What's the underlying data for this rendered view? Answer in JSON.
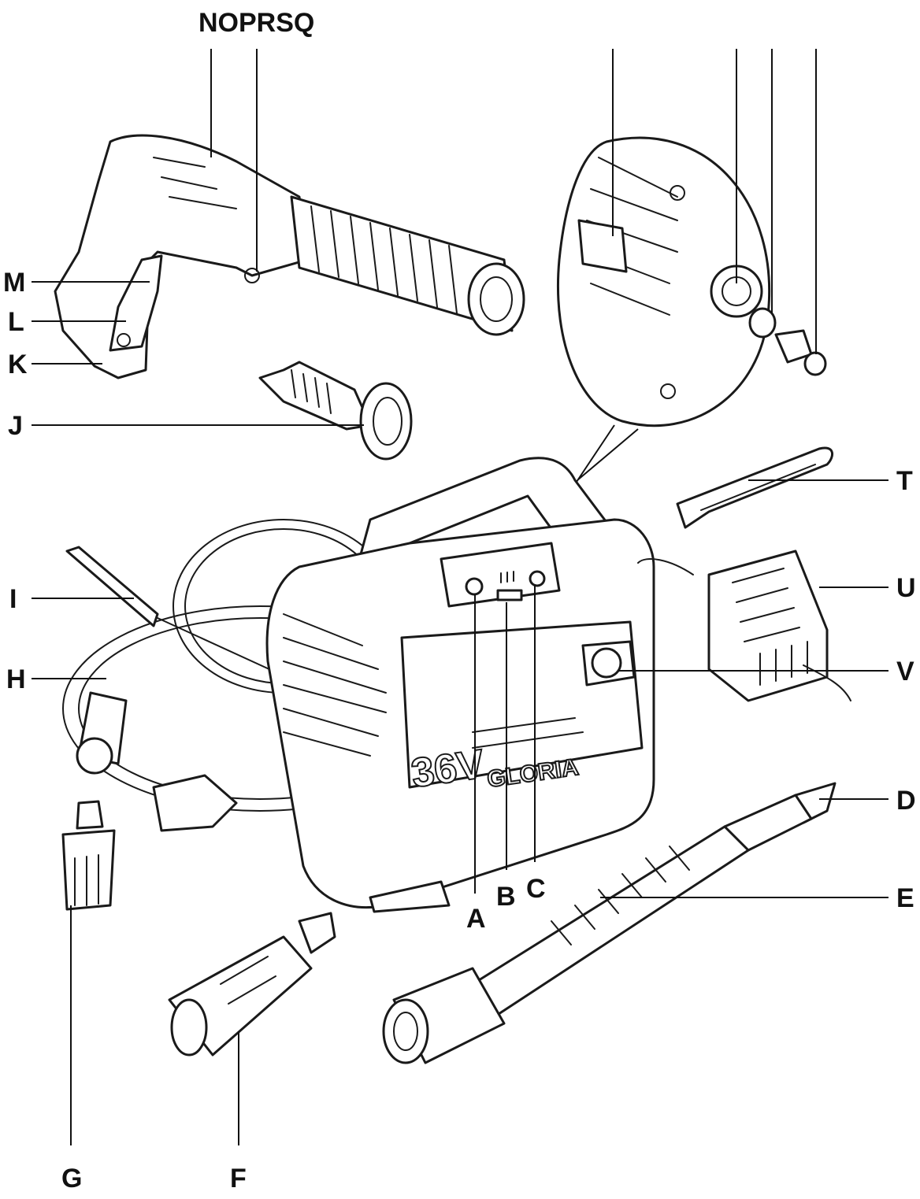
{
  "labels": {
    "top": "NOPRSQ",
    "M": "M",
    "L": "L",
    "K": "K",
    "J": "J",
    "I": "I",
    "H": "H",
    "G": "G",
    "F": "F",
    "A": "A",
    "B": "B",
    "C": "C",
    "D": "D",
    "E": "E",
    "T": "T",
    "U": "U",
    "V": "V"
  },
  "product": {
    "voltage": "36V",
    "brand": "GLORIA"
  },
  "colors": {
    "ink": "#1a1a1a",
    "background": "#ffffff"
  }
}
